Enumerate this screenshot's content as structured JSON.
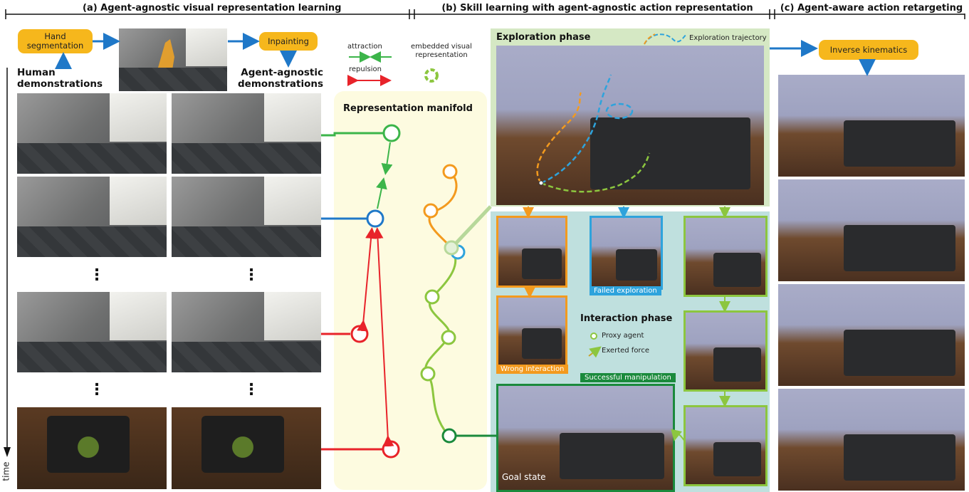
{
  "sections": {
    "a_title": "(a) Agent-agnostic visual representation learning",
    "b_title": "(b) Skill learning with agent-agnostic action representation",
    "c_title": "(c) Agent-aware action retargeting"
  },
  "pipeline": {
    "hand_segmentation": "Hand segmentation",
    "inpainting": "Inpainting",
    "human_demos": "Human demonstrations",
    "agent_demos": "Agent-agnostic demonstrations",
    "inverse_kinematics": "Inverse kinematics"
  },
  "legend": {
    "attraction": "attraction",
    "repulsion": "repulsion",
    "embedded": "embedded visual representation"
  },
  "manifold_title": "Representation manifold",
  "ellipsis": "⋮",
  "time_label": "time",
  "exploration": {
    "title": "Exploration phase",
    "trajectory_label": "Exploration trajectory"
  },
  "interaction": {
    "title": "Interaction phase",
    "proxy_agent": "Proxy agent",
    "exerted_force": "Exerted force",
    "failed": "Failed exploration",
    "wrong": "Wrong interaction",
    "success": "Successful manipulation",
    "goal": "Goal state"
  },
  "colors": {
    "green": "#3cb54a",
    "blue": "#1f78c8",
    "red": "#e8232a",
    "orange": "#f39a1e",
    "lime": "#8cc63f",
    "pill": "#f6b71c",
    "manifold_bg": "#fdfbe0",
    "explore_bg": "#d5e8c4",
    "interact_bg": "#bfe0de"
  }
}
